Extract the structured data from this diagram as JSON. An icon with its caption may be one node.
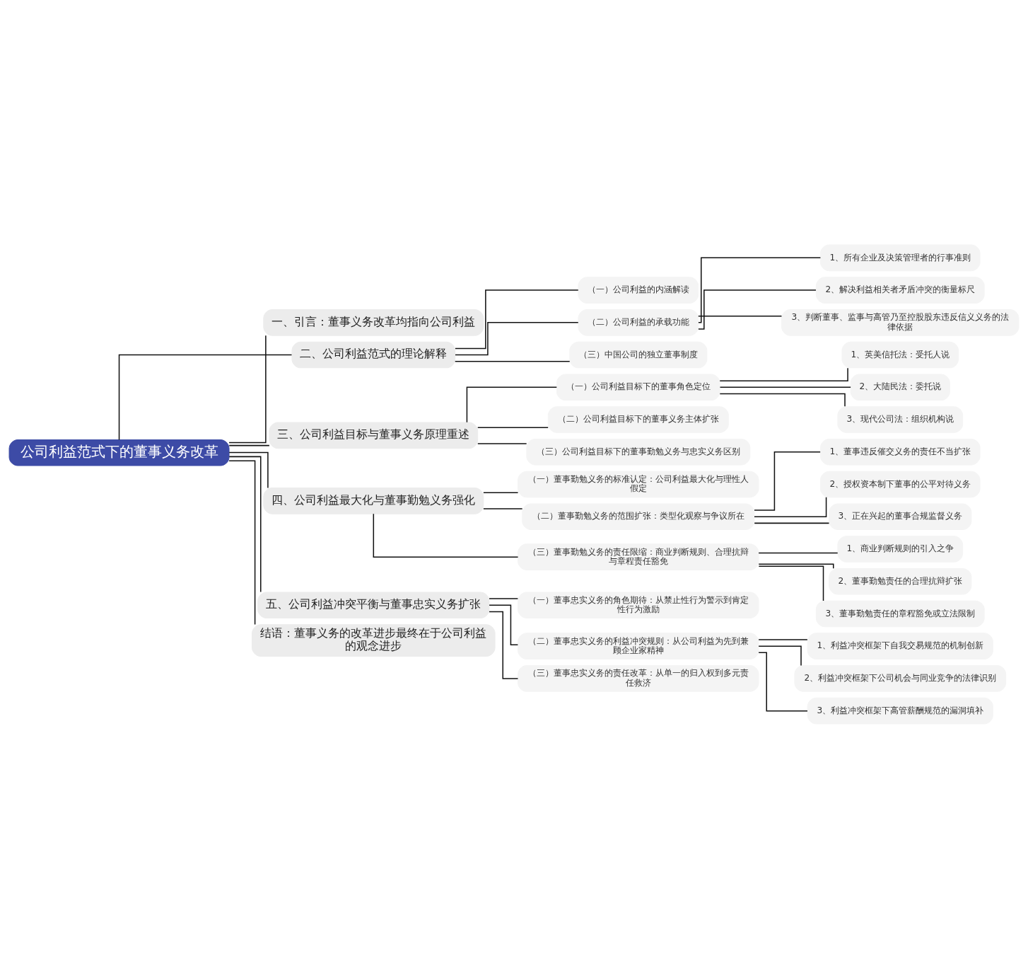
{
  "diagram": {
    "nodes": [
      {
        "text": [
          "公司利益范式下的董事义务改革"
        ]
      },
      {
        "text": [
          "一、引言：董事义务改革均指向公司利益"
        ]
      },
      {
        "text": [
          "二、公司利益范式的理论解释"
        ]
      },
      {
        "text": [
          "（一）公司利益的内涵解读"
        ]
      },
      {
        "text": [
          "（二）公司利益的承载功能"
        ]
      },
      {
        "text": [
          "1、所有企业及决策管理者的行事准则"
        ]
      },
      {
        "text": [
          "2、解决利益相关者矛盾冲突的衡量标尺"
        ]
      },
      {
        "text": [
          "3、判断董事、监事与高管乃至控股股东违反信义义务的法律依据"
        ]
      },
      {
        "text": [
          "（三）中国公司的独立董事制度"
        ]
      },
      {
        "text": [
          "三、公司利益目标与董事义务原理重述"
        ]
      },
      {
        "text": [
          "（一）公司利益目标下的董事角色定位"
        ]
      },
      {
        "text": [
          "1、英美信托法：受托人说"
        ]
      },
      {
        "text": [
          "2、大陆民法：委托说"
        ]
      },
      {
        "text": [
          "3、现代公司法：组织机构说"
        ]
      },
      {
        "text": [
          "（二）公司利益目标下的董事义务主体扩张"
        ]
      },
      {
        "text": [
          "（三）公司利益目标下的董事勤勉义务与忠实义务区别"
        ]
      },
      {
        "text": [
          "四、公司利益最大化与董事勤勉义务强化"
        ]
      },
      {
        "text": [
          "（一）董事勤勉义务的标准认定：公司利益最大化与理性人假定"
        ]
      },
      {
        "text": [
          "（二）董事勤勉义务的范围扩张：类型化观察与争议所在"
        ]
      },
      {
        "text": [
          "1、董事违反催交义务的责任不当扩张"
        ]
      },
      {
        "text": [
          "2、授权资本制下董事的公平对待义务"
        ]
      },
      {
        "text": [
          "3、正在兴起的董事合规监督义务"
        ]
      },
      {
        "text": [
          "（三）董事勤勉义务的责任限缩：商业判断规则、合理抗辩与章程责任豁免"
        ]
      },
      {
        "text": [
          "1、商业判断规则的引入之争"
        ]
      },
      {
        "text": [
          "2、董事勤勉责任的合理抗辩扩张"
        ]
      },
      {
        "text": [
          "3、董事勤勉责任的章程豁免或立法限制"
        ]
      },
      {
        "text": [
          "五、公司利益冲突平衡与董事忠实义务扩张"
        ]
      },
      {
        "text": [
          "（一）董事忠实义务的角色期待：从禁止性行为警示到肯定性行为激励"
        ]
      },
      {
        "text": [
          "（二）董事忠实义务的利益冲突规则：从公司利益为先到兼顾企业家精神"
        ]
      },
      {
        "text": [
          "1、利益冲突框架下自我交易规范的机制创新"
        ]
      },
      {
        "text": [
          "2、利益冲突框架下公司机会与同业竞争的法律识别"
        ]
      },
      {
        "text": [
          "3、利益冲突框架下高管薪酬规范的漏洞填补"
        ]
      },
      {
        "text": [
          "（三）董事忠实义务的责任改革：从单一的归入权到多元责任救济"
        ]
      },
      {
        "text": [
          "结语：董事义务的改革进步最终在于公司利益的观念进步"
        ]
      }
    ],
    "edges": [
      {
        "from": 0,
        "to": 1,
        "arrow": "none"
      },
      {
        "from": 0,
        "to": 2,
        "arrow": "none"
      },
      {
        "from": 2,
        "to": 3,
        "arrow": "none"
      },
      {
        "from": 2,
        "to": 4,
        "arrow": "none"
      },
      {
        "from": 4,
        "to": 5,
        "arrow": "none"
      },
      {
        "from": 4,
        "to": 6,
        "arrow": "none"
      },
      {
        "from": 4,
        "to": 7,
        "arrow": "none"
      },
      {
        "from": 2,
        "to": 8,
        "arrow": "none"
      },
      {
        "from": 0,
        "to": 9,
        "arrow": "none"
      },
      {
        "from": 9,
        "to": 10,
        "arrow": "none"
      },
      {
        "from": 10,
        "to": 11,
        "arrow": "none"
      },
      {
        "from": 10,
        "to": 12,
        "arrow": "none"
      },
      {
        "from": 10,
        "to": 13,
        "arrow": "none"
      },
      {
        "from": 9,
        "to": 14,
        "arrow": "none"
      },
      {
        "from": 9,
        "to": 15,
        "arrow": "none"
      },
      {
        "from": 0,
        "to": 16,
        "arrow": "none"
      },
      {
        "from": 16,
        "to": 17,
        "arrow": "none"
      },
      {
        "from": 16,
        "to": 18,
        "arrow": "none"
      },
      {
        "from": 18,
        "to": 19,
        "arrow": "none"
      },
      {
        "from": 18,
        "to": 20,
        "arrow": "none"
      },
      {
        "from": 18,
        "to": 21,
        "arrow": "none"
      },
      {
        "from": 16,
        "to": 22,
        "arrow": "none"
      },
      {
        "from": 22,
        "to": 23,
        "arrow": "none"
      },
      {
        "from": 22,
        "to": 24,
        "arrow": "none"
      },
      {
        "from": 22,
        "to": 25,
        "arrow": "none"
      },
      {
        "from": 0,
        "to": 26,
        "arrow": "none"
      },
      {
        "from": 26,
        "to": 27,
        "arrow": "none"
      },
      {
        "from": 26,
        "to": 28,
        "arrow": "none"
      },
      {
        "from": 28,
        "to": 29,
        "arrow": "none"
      },
      {
        "from": 28,
        "to": 30,
        "arrow": "none"
      },
      {
        "from": 28,
        "to": 31,
        "arrow": "none"
      },
      {
        "from": 26,
        "to": 32,
        "arrow": "none"
      },
      {
        "from": 0,
        "to": 33,
        "arrow": "none"
      }
    ]
  }
}
